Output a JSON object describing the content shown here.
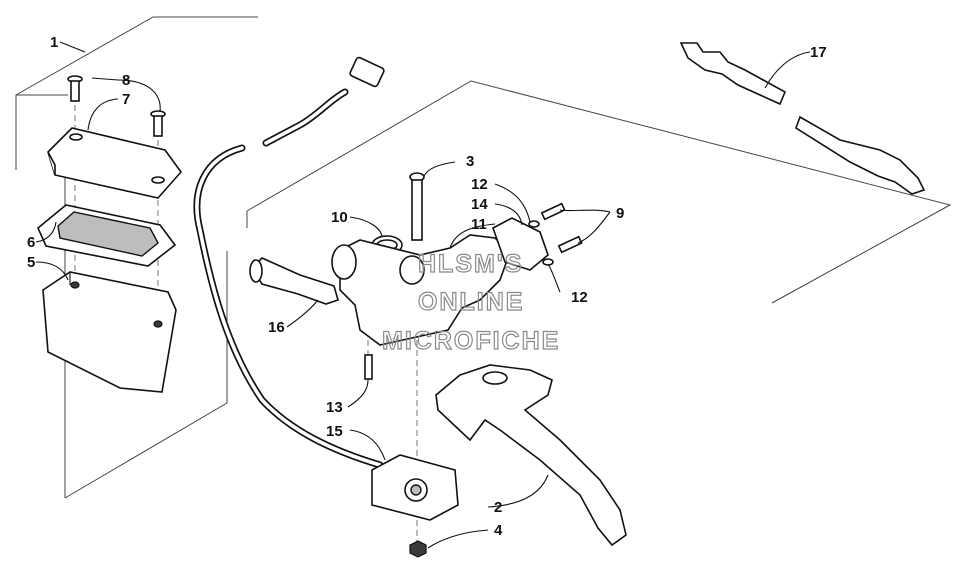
{
  "callouts": {
    "c1": "1",
    "c2": "2",
    "c3": "3",
    "c4": "4",
    "c5": "5",
    "c6": "6",
    "c7": "7",
    "c8": "8",
    "c9": "9",
    "c10": "10",
    "c11": "11",
    "c12a": "12",
    "c12b": "12",
    "c13": "13",
    "c14": "14",
    "c15": "15",
    "c16": "16",
    "c17": "17"
  },
  "watermark": {
    "line1": "HLSM'S",
    "line2": "ONLINE",
    "line3": "MICROFICHE"
  },
  "colors": {
    "ink": "#111111",
    "background": "#ffffff",
    "watermark": "#8a8a8a"
  }
}
